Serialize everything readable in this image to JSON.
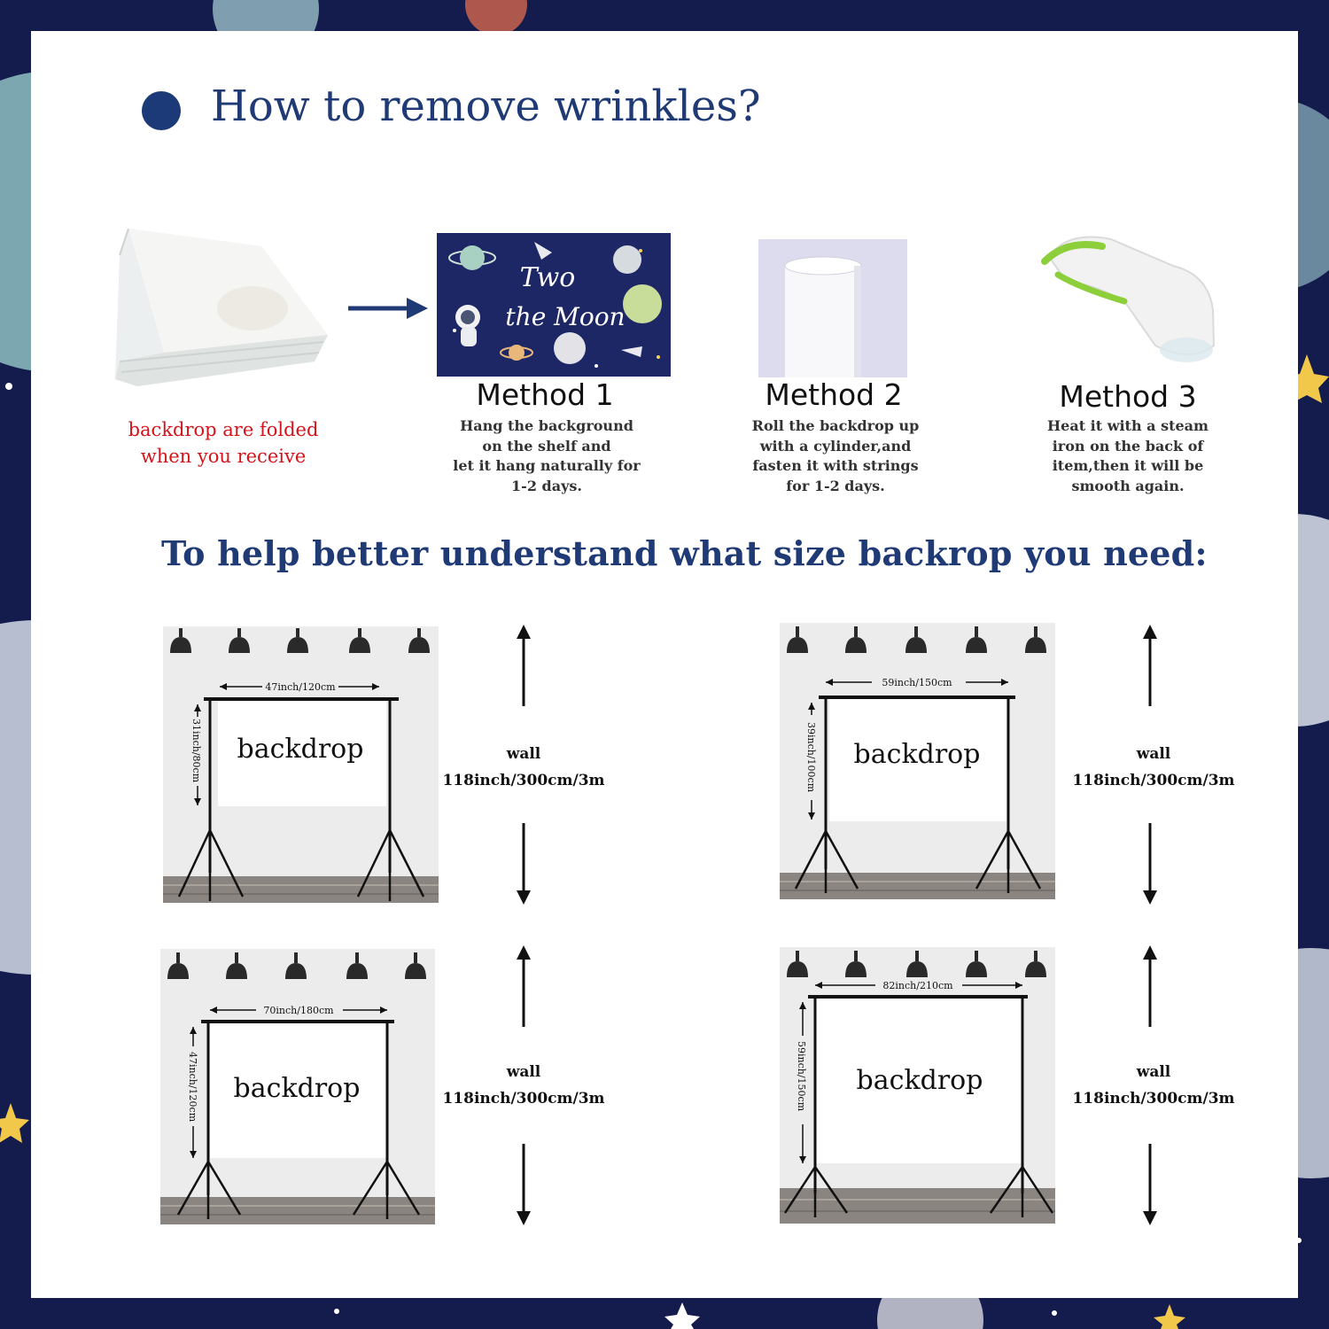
{
  "header": {
    "title": "How to remove wrinkles?"
  },
  "folded_note": {
    "line1": "backdrop are folded",
    "line2": "when you receive"
  },
  "backdrop_art": {
    "line1": "Two",
    "line2": "the Moon"
  },
  "methods": [
    {
      "title": "Method 1",
      "desc": "Hang the background\non the shelf and\nlet it hang naturally for\n1-2 days."
    },
    {
      "title": "Method 2",
      "desc": "Roll the backdrop up\nwith a cylinder,and\nfasten it with strings\nfor 1-2 days."
    },
    {
      "title": "Method 3",
      "desc": "Heat it with a steam\niron on the back of\nitem,then it will be\nsmooth again."
    }
  ],
  "size_section": {
    "title": "To help better understand what size backrop you need:"
  },
  "sizes": [
    {
      "width": "47inch/120cm",
      "height": "31inch/80cm",
      "label": "backdrop",
      "wall_word": "wall",
      "wall_size": "118inch/300cm/3m"
    },
    {
      "width": "59inch/150cm",
      "height": "39inch/100cm",
      "label": "backdrop",
      "wall_word": "wall",
      "wall_size": "118inch/300cm/3m"
    },
    {
      "width": "70inch/180cm",
      "height": "47inch/120cm",
      "label": "backdrop",
      "wall_word": "wall",
      "wall_size": "118inch/300cm/3m"
    },
    {
      "width": "82inch/210cm",
      "height": "59inch/150cm",
      "label": "backdrop",
      "wall_word": "wall",
      "wall_size": "118inch/300cm/3m"
    }
  ],
  "colors": {
    "accent_blue": "#1f3a74",
    "note_red": "#d4141a",
    "space_bg": "#131a4a"
  }
}
